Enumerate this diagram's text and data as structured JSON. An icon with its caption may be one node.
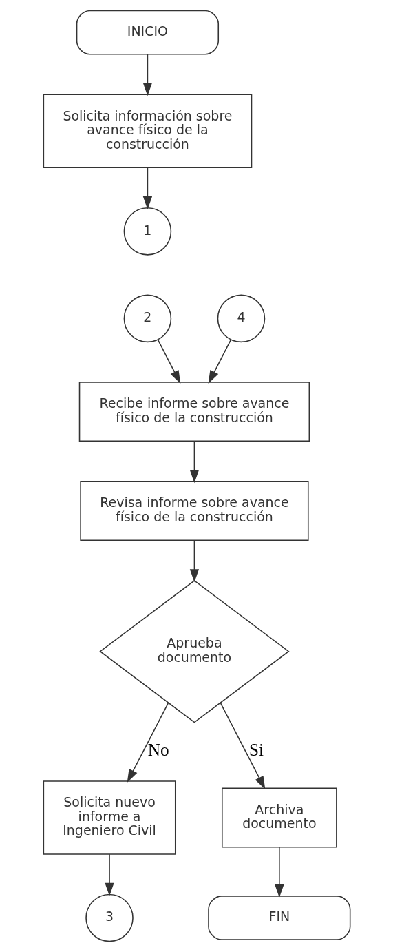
{
  "diagram": {
    "nodes": [
      {
        "text": [
          "INICIO"
        ]
      },
      {
        "text": [
          "Solicita información sobre avance físico de la construcción"
        ]
      },
      {
        "text": [
          "1"
        ]
      },
      {
        "text": [
          "2"
        ]
      },
      {
        "text": [
          "4"
        ]
      },
      {
        "text": [
          "Recibe informe sobre avance físico de la construcción"
        ]
      },
      {
        "text": [
          "Revisa informe sobre avance físico de la construcción"
        ]
      },
      {
        "text": [
          "Aprueba documento"
        ]
      },
      {
        "text": [
          "Solicita nuevo informe a Ingeniero Civil"
        ]
      },
      {
        "text": [
          "Archiva documento"
        ]
      },
      {
        "text": [
          "3"
        ]
      },
      {
        "text": [
          "FIN"
        ]
      }
    ],
    "edges": [
      {
        "from": 0,
        "to": 1,
        "arrow": "to"
      },
      {
        "from": 1,
        "to": 2,
        "arrow": "to"
      },
      {
        "from": 3,
        "to": 5,
        "arrow": "to"
      },
      {
        "from": 4,
        "to": 5,
        "arrow": "to"
      },
      {
        "from": 5,
        "to": 6,
        "arrow": "to"
      },
      {
        "from": 6,
        "to": 7,
        "arrow": "to"
      },
      {
        "from": 7,
        "to": 8,
        "arrow": "to",
        "label": "No"
      },
      {
        "from": 7,
        "to": 9,
        "arrow": "to",
        "label": "Si"
      },
      {
        "from": 8,
        "to": 10,
        "arrow": "to"
      },
      {
        "from": 9,
        "to": 11,
        "arrow": "to"
      }
    ]
  }
}
